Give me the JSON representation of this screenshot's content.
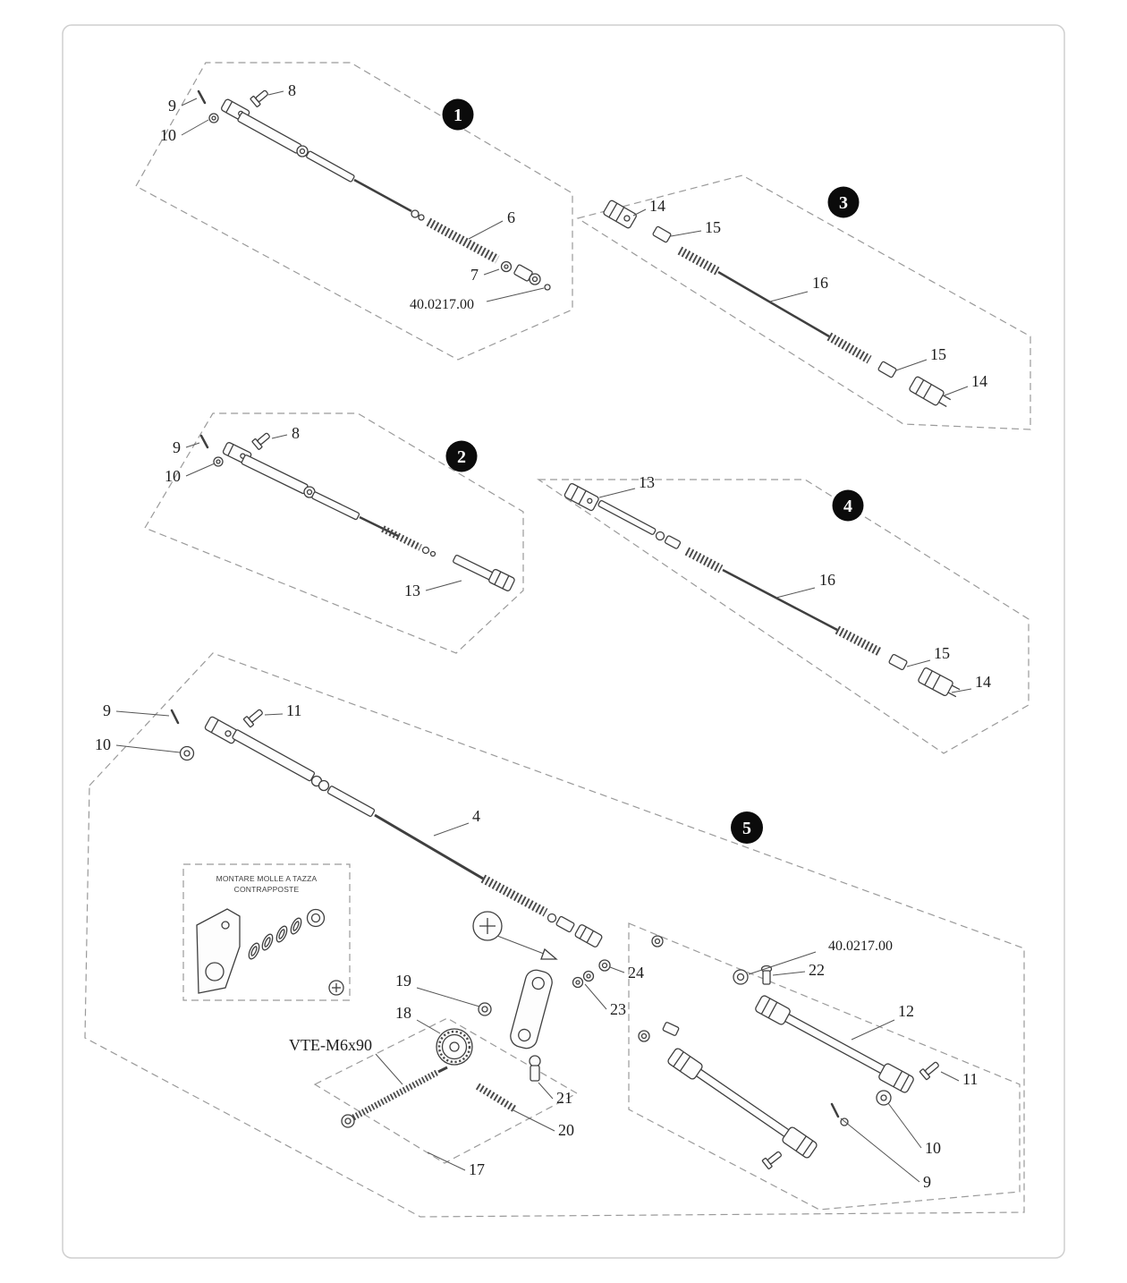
{
  "badges": {
    "b1": "1",
    "b2": "2",
    "b3": "3",
    "b4": "4",
    "b5": "5"
  },
  "g1": {
    "l9": "9",
    "l10": "10",
    "l8": "8",
    "l6": "6",
    "l7": "7",
    "code": "40.0217.00"
  },
  "g2": {
    "l9": "9",
    "l10": "10",
    "l8": "8",
    "l13": "13"
  },
  "g3": {
    "l14a": "14",
    "l15a": "15",
    "l16": "16",
    "l15b": "15",
    "l14b": "14"
  },
  "g4": {
    "l13": "13",
    "l16": "16",
    "l15": "15",
    "l14": "14"
  },
  "g5": {
    "l9a": "9",
    "l10a": "10",
    "l11a": "11",
    "l4": "4",
    "l19": "19",
    "l18": "18",
    "vte": "VTE-M6x90",
    "l21": "21",
    "l20": "20",
    "l17": "17",
    "l23": "23",
    "l24": "24",
    "code": "40.0217.00",
    "l22": "22",
    "l12": "12",
    "l11b": "11",
    "l10b": "10",
    "l9b": "9"
  },
  "inset": {
    "note_line1": "MONTARE MOLLE A TAZZA",
    "note_line2": "CONTRAPPOSTE"
  }
}
